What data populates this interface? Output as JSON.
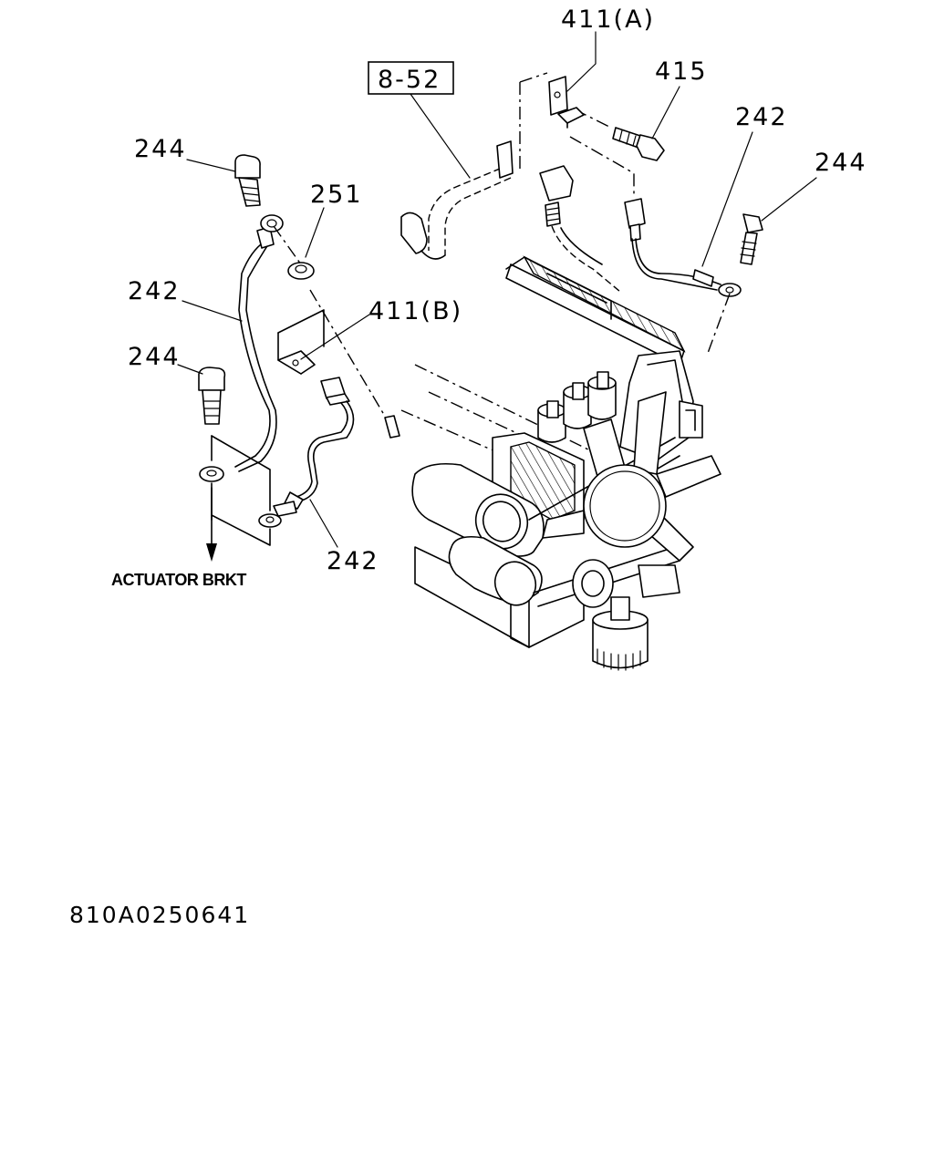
{
  "diagram": {
    "callouts": {
      "ref_411a": "411(A)",
      "ref_8_52": "8-52",
      "ref_415": "415",
      "ref_242_right": "242",
      "ref_244_right": "244",
      "ref_244_top_left": "244",
      "ref_251": "251",
      "ref_242_left": "242",
      "ref_411b": "411(B)",
      "ref_244_mid_left": "244",
      "ref_242_bottom": "242"
    },
    "note_actuator": "ACTUATOR BRKT",
    "drawing_code": "810A0250641"
  }
}
